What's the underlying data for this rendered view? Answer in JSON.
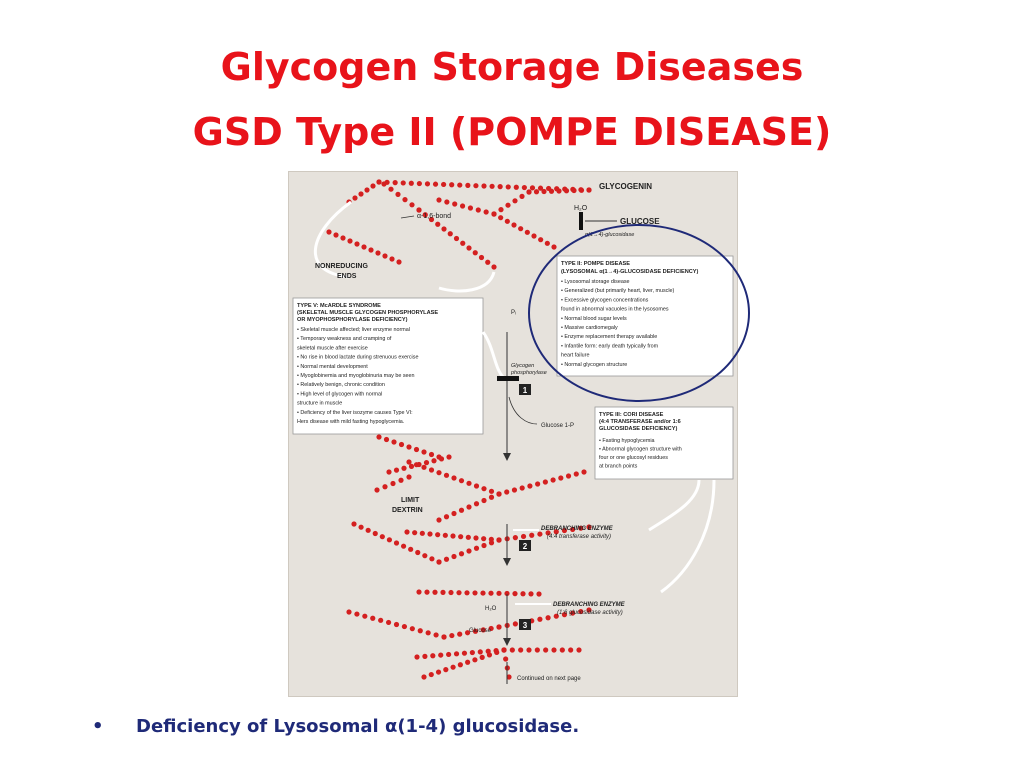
{
  "slide": {
    "title_line1": "Glycogen Storage Diseases",
    "title_line2": "GSD Type II  (POMPE DISEASE)",
    "bullet_symbol": "•",
    "bullet_text": "Deficiency of Lysosomal α(1-4) glucosidase."
  },
  "colors": {
    "title": "#e8131a",
    "bullet": "#1f2a78",
    "beads": "#d42020",
    "highlight_circle": "#1f2a78"
  },
  "figure": {
    "labels": {
      "glycogenin": "GLYCOGENIN",
      "h2o": "H₂O",
      "glucose": "GLUCOSE",
      "glucosidase": "α(1→4)-glucosidase",
      "alpha16": "α-1,6-bond",
      "nonreducing1": "NONREDUCING",
      "nonreducing2": "ENDS",
      "pi": "Pᵢ",
      "glycogen_phos1": "Glycogen",
      "glycogen_phos2": "phosphorylase",
      "glucose1p": "Glucose 1-P",
      "limit1": "LIMIT",
      "limit2": "DEXTRIN",
      "debranch1a": "DEBRANCHING ENZYME",
      "debranch1b": "(4:4 transferase activity)",
      "debranch2a": "DEBRANCHING ENZYME",
      "debranch2b": "(1:6 glucosidase activity)",
      "h2o_2": "H₂O",
      "glucose_2": "Glucose",
      "continued": "Continued on next page",
      "step1": "1",
      "step2": "2",
      "step3": "3"
    },
    "type2": {
      "heading1": "TYPE II: POMPE DISEASE",
      "heading2": "(LYSOSOMAL α(1→4)-GLUCOSIDASE DEFICIENCY)",
      "items": [
        "• Lysosomal storage disease",
        "• Generalized (but primarily heart, liver, muscle)",
        "• Excessive glycogen concentrations",
        "  found in abnormal vacuoles in the lysosomes",
        "• Normal blood sugar levels",
        "• Massive cardiomegaly",
        "• Enzyme replacement therapy available",
        "• Infantile form: early death typically from",
        "  heart failure",
        "• Normal glycogen structure"
      ]
    },
    "type5": {
      "heading1": "TYPE V: McARDLE SYNDROME",
      "heading2": "(SKELETAL MUSCLE GLYCOGEN PHOSPHORYLASE",
      "heading3": "OR MYOPHOSPHORYLASE DEFICIENCY)",
      "items": [
        "• Skeletal muscle affected; liver enzyme normal",
        "• Temporary weakness and cramping of",
        "  skeletal muscle after exercise",
        "• No rise in blood lactate during strenuous exercise",
        "• Normal mental development",
        "• Myoglobinemia and myoglobinuria may be seen",
        "• Relatively benign, chronic condition",
        "• High level of glycogen with normal",
        "  structure in muscle",
        "• Deficiency of the liver isozyme causes Type VI:",
        "  Hers disease with mild fasting hypoglycemia."
      ]
    },
    "type3": {
      "heading1": "TYPE III: CORI DISEASE",
      "heading2": "(4:4 TRANSFERASE and/or 1:6",
      "heading3": "GLUCOSIDASE DEFICIENCY)",
      "items": [
        "• Fasting hypoglycemia",
        "• Abnormal glycogen structure with",
        "  four or one glucosyl residues",
        "  at branch points"
      ]
    }
  }
}
